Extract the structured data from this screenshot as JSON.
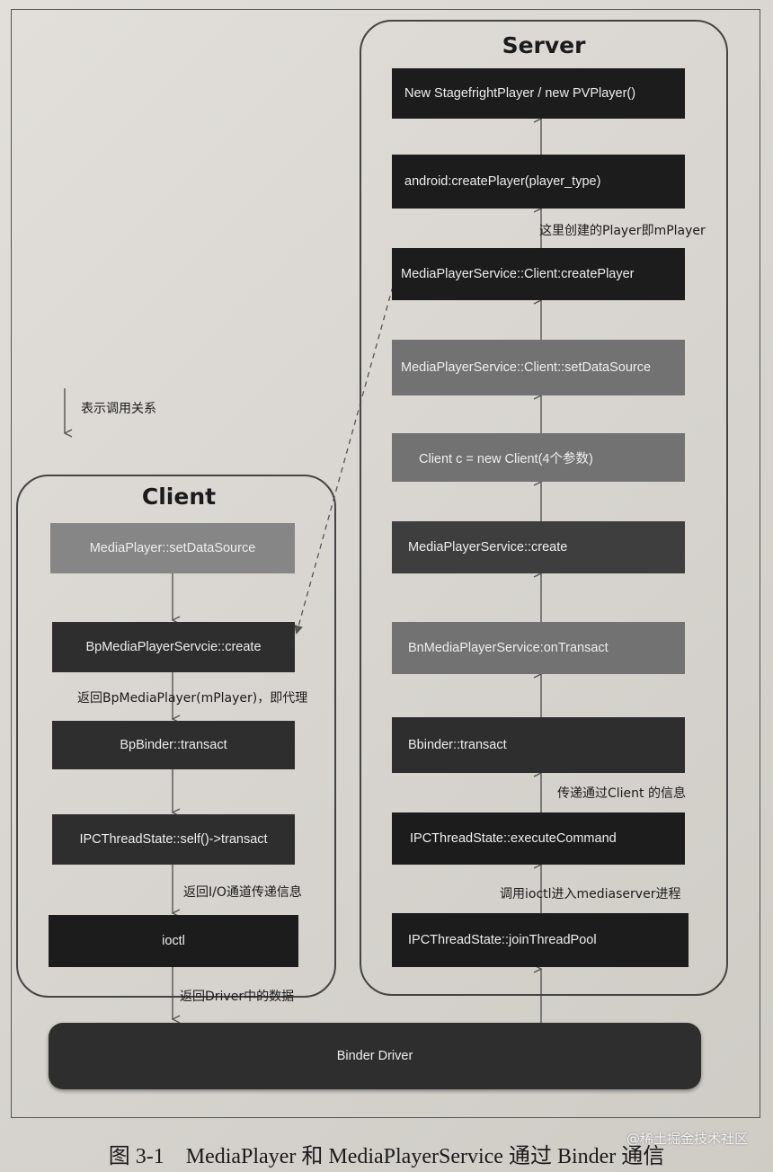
{
  "legend": {
    "text": "表示调用关系"
  },
  "server": {
    "title": "Server",
    "boxes": [
      "New StagefrightPlayer / new PVPlayer()",
      "android:createPlayer(player_type)",
      "MediaPlayerService::Client:createPlayer",
      "MediaPlayerService::Client::setDataSource",
      "Client c = new Client(4个参数)",
      "MediaPlayerService::create",
      "BnMediaPlayerService:onTransact",
      "Bbinder::transact",
      "IPCThreadState::executeCommand",
      "IPCThreadState::joinThreadPool"
    ],
    "labels": {
      "player_created": "这里创建的Player即mPlayer",
      "pass_client_info": "传递通过Client 的信息",
      "ioctl_enter": "调用ioctl进入mediaserver进程"
    }
  },
  "client": {
    "title": "Client",
    "boxes": [
      "MediaPlayer::setDataSource",
      "BpMediaPlayerServcie::create",
      "BpBinder::transact",
      "IPCThreadState::self()->transact",
      "ioctl"
    ],
    "labels": {
      "return_proxy": "返回BpMediaPlayer(mPlayer)，即代理",
      "return_io": "返回I/O通道传递信息"
    }
  },
  "driver": {
    "label": "Binder Driver",
    "return_data": "返回Driver中的数据"
  },
  "caption": "图 3-1　MediaPlayer 和 MediaPlayerService 通过 Binder 通信",
  "watermark": "@稀土掘金技术社区",
  "colors": {
    "box_black": "#1c1c1c",
    "box_dark": "#2e2e2e",
    "box_gray": "#727272",
    "arrow": "#555555"
  }
}
